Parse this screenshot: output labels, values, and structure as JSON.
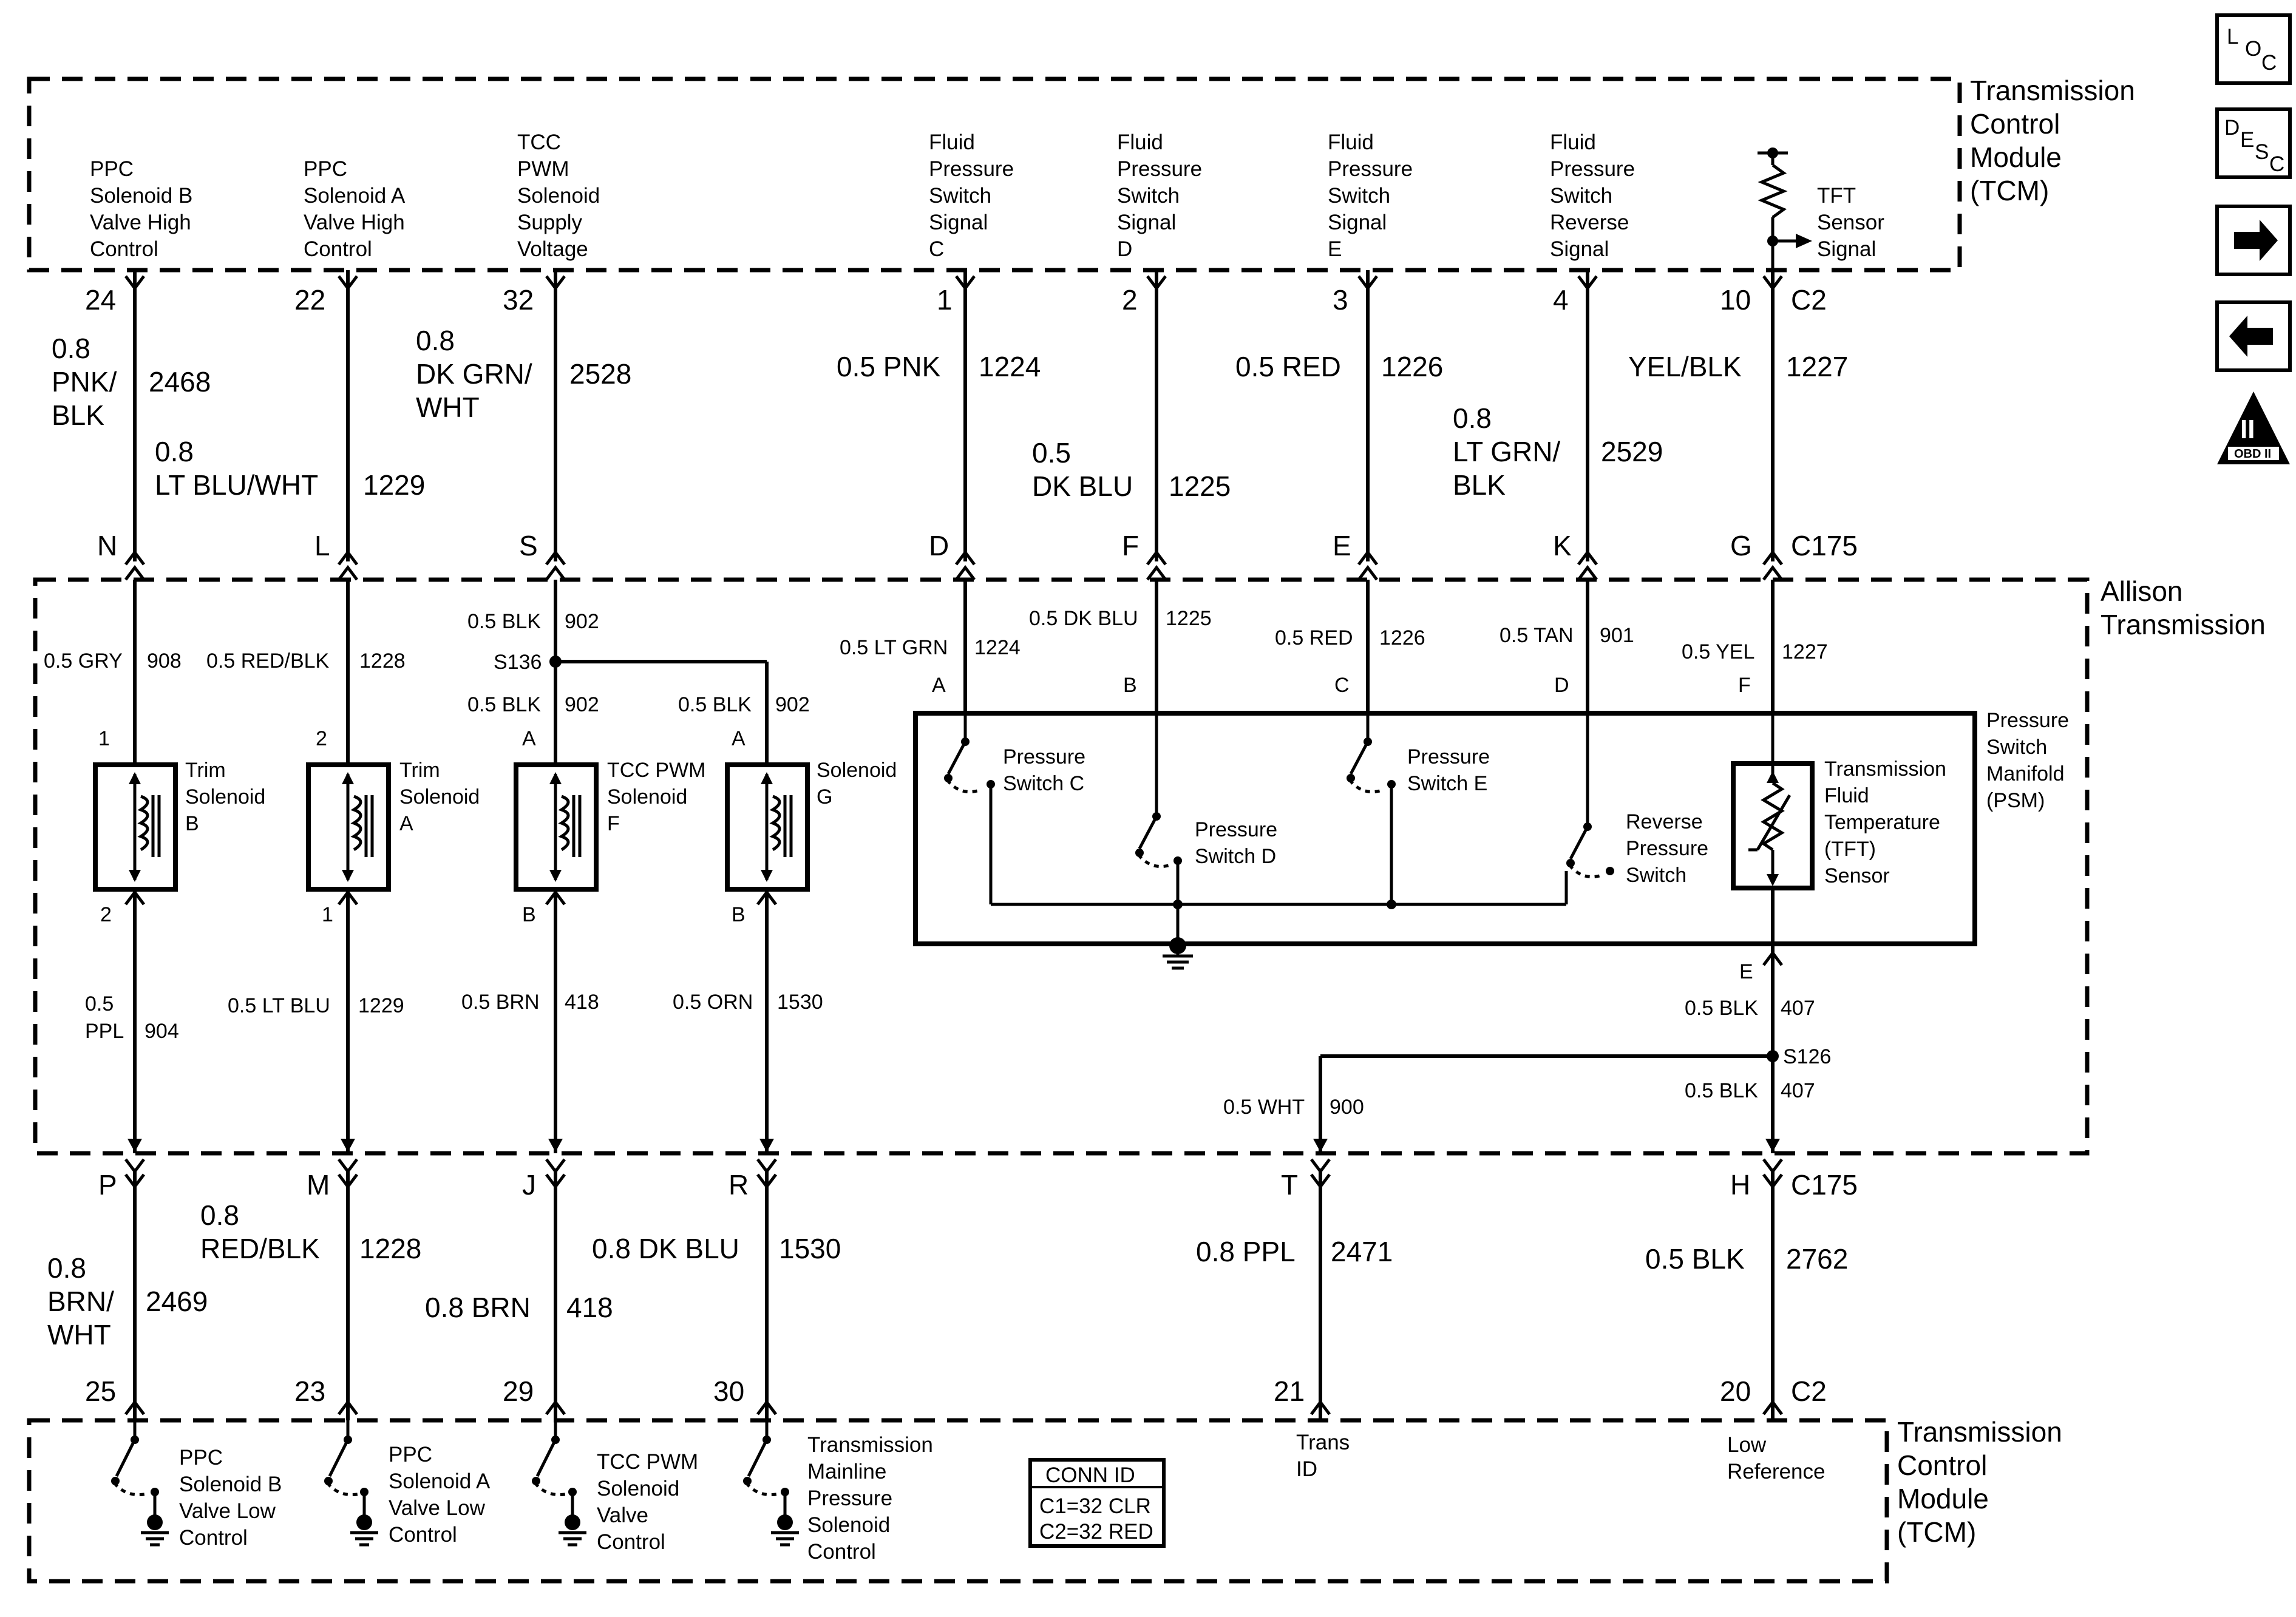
{
  "modules": {
    "tcm_top": [
      "Transmission",
      "Control",
      "Module",
      "(TCM)"
    ],
    "allison": [
      "Allison",
      "Transmission"
    ],
    "tcm_bottom": [
      "Transmission",
      "Control",
      "Module",
      "(TCM)"
    ],
    "psm": [
      "Pressure",
      "Switch",
      "Manifold",
      "(PSM)"
    ]
  },
  "top_circuits": [
    {
      "desc": [
        "PPC",
        "Solenoid B",
        "Valve High",
        "Control"
      ],
      "pin": "24",
      "wire": [
        "0.8",
        "PNK/",
        "BLK"
      ],
      "circuit": "2468",
      "c175": "N",
      "conn": ""
    },
    {
      "desc": [
        "PPC",
        "Solenoid A",
        "Valve High",
        "Control"
      ],
      "pin": "22",
      "wire": [
        "0.8",
        "LT BLU/WHT"
      ],
      "circuit": "1229",
      "c175": "L",
      "conn": ""
    },
    {
      "desc": [
        "TCC",
        "PWM",
        "Solenoid",
        "Supply",
        "Voltage"
      ],
      "pin": "32",
      "wire": [
        "0.8",
        "DK GRN/",
        "WHT"
      ],
      "circuit": "2528",
      "c175": "S",
      "conn": ""
    },
    {
      "desc": [
        "Fluid",
        "Pressure",
        "Switch",
        "Signal",
        "C"
      ],
      "pin": "1",
      "wire": [
        "0.5 PNK"
      ],
      "circuit": "1224",
      "c175": "D",
      "conn": ""
    },
    {
      "desc": [
        "Fluid",
        "Pressure",
        "Switch",
        "Signal",
        "D"
      ],
      "pin": "2",
      "wire": [
        "0.5",
        "DK BLU"
      ],
      "circuit": "1225",
      "c175": "F",
      "conn": ""
    },
    {
      "desc": [
        "Fluid",
        "Pressure",
        "Switch",
        "Signal",
        "E"
      ],
      "pin": "3",
      "wire": [
        "0.5 RED"
      ],
      "circuit": "1226",
      "c175": "E",
      "conn": ""
    },
    {
      "desc": [
        "Fluid",
        "Pressure",
        "Switch",
        "Reverse",
        "Signal"
      ],
      "pin": "4",
      "wire": [
        "0.8",
        "LT GRN/",
        "BLK"
      ],
      "circuit": "2529",
      "c175": "K",
      "conn": ""
    },
    {
      "desc": [
        "TFT",
        "Sensor",
        "Signal"
      ],
      "pin": "10",
      "wire": [
        "YEL/BLK"
      ],
      "circuit": "1227",
      "c175": "G",
      "conn": "C2"
    }
  ],
  "top_c175_label": "C175",
  "internal_top": [
    {
      "wire": "0.5 GRY",
      "circuit": "908",
      "pin": "1"
    },
    {
      "wire": "0.5 RED/BLK",
      "circuit": "1228",
      "pin": "2"
    },
    {
      "wire": "0.5 BLK",
      "circuit": "902",
      "splice": "S136",
      "wire2": "0.5 BLK",
      "circuit2": "902",
      "pin": "A"
    },
    {
      "wire": "0.5 BLK",
      "circuit": "902",
      "pin": "A"
    },
    {
      "wire": "0.5 LT GRN",
      "circuit": "1224",
      "pin": "A"
    },
    {
      "wire": "0.5 DK BLU",
      "circuit": "1225",
      "pin": "B"
    },
    {
      "wire": "0.5 RED",
      "circuit": "1226",
      "pin": "C"
    },
    {
      "wire": "0.5 TAN",
      "circuit": "901",
      "pin": "D"
    },
    {
      "wire": "0.5 YEL",
      "circuit": "1227",
      "pin": "F"
    }
  ],
  "solenoids": [
    {
      "name": [
        "Trim",
        "Solenoid",
        "B"
      ],
      "pin_bottom": "2",
      "wire": [
        "0.5",
        "PPL"
      ],
      "circuit": "904"
    },
    {
      "name": [
        "Trim",
        "Solenoid",
        "A"
      ],
      "pin_bottom": "1",
      "wire": [
        "0.5 LT BLU"
      ],
      "circuit": "1229"
    },
    {
      "name": [
        "TCC PWM",
        "Solenoid",
        "F"
      ],
      "pin_bottom": "B",
      "wire": [
        "0.5 BRN"
      ],
      "circuit": "418"
    },
    {
      "name": [
        "Solenoid",
        "G"
      ],
      "pin_bottom": "B",
      "wire": [
        "0.5 ORN"
      ],
      "circuit": "1530"
    }
  ],
  "switches": {
    "c": [
      "Pressure",
      "Switch C"
    ],
    "d": [
      "Pressure",
      "Switch D"
    ],
    "e": [
      "Pressure",
      "Switch E"
    ],
    "rev": [
      "Reverse",
      "Pressure",
      "Switch"
    ],
    "tft": [
      "Transmission",
      "Fluid",
      "Temperature",
      "(TFT)",
      "Sensor"
    ]
  },
  "ground_section": {
    "pin_e": "E",
    "wire_a": "0.5 BLK",
    "circuit_a": "407",
    "splice": "S126",
    "wire_b": "0.5 BLK",
    "circuit_b": "407",
    "wire_c": "0.5 WHT",
    "circuit_c": "900"
  },
  "bottom_circuits": [
    {
      "c175": "P",
      "wire": [
        "0.8",
        "BRN/",
        "WHT"
      ],
      "circuit": "2469",
      "pin": "25",
      "desc": [
        "PPC",
        "Solenoid B",
        "Valve Low",
        "Control"
      ],
      "conn": ""
    },
    {
      "c175": "M",
      "wire": [
        "0.8",
        "RED/BLK"
      ],
      "circuit": "1228",
      "pin": "23",
      "desc": [
        "PPC",
        "Solenoid A",
        "Valve Low",
        "Control"
      ],
      "conn": ""
    },
    {
      "c175": "J",
      "wire": [
        "0.8 BRN"
      ],
      "circuit": "418",
      "pin": "29",
      "desc": [
        "TCC PWM",
        "Solenoid",
        "Valve",
        "Control"
      ],
      "conn": ""
    },
    {
      "c175": "R",
      "wire": [
        "0.8 DK BLU"
      ],
      "circuit": "1530",
      "pin": "30",
      "desc": [
        "Transmission",
        "Mainline",
        "Pressure",
        "Solenoid",
        "Control"
      ],
      "conn": ""
    },
    {
      "c175": "T",
      "wire": [
        "0.8 PPL"
      ],
      "circuit": "2471",
      "pin": "21",
      "desc": [
        "Trans",
        "ID"
      ],
      "conn": ""
    },
    {
      "c175": "H",
      "wire": [
        "0.5 BLK"
      ],
      "circuit": "2762",
      "pin": "20",
      "desc": [
        "Low",
        "Reference"
      ],
      "conn": "C2"
    }
  ],
  "bottom_c175_label": "C175",
  "conn_id": {
    "title": "CONN ID",
    "rows": [
      "C1=32 CLR",
      "C2=32 RED"
    ]
  },
  "side_icons": {
    "loc": [
      "L",
      "O",
      "C"
    ],
    "desc": [
      "D",
      "E",
      "S",
      "C"
    ],
    "obd_top": "II",
    "obd_bottom": "OBD II"
  }
}
